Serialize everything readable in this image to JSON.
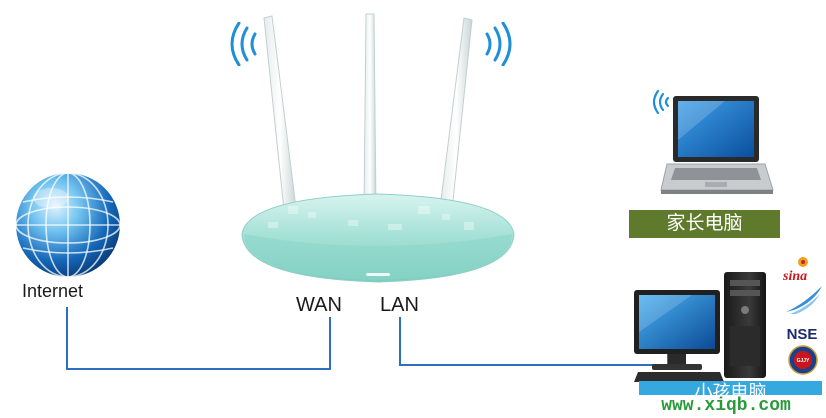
{
  "labels": {
    "internet": "Internet",
    "wan": "WAN",
    "lan": "LAN",
    "parent_pc": "家长电脑",
    "child_pc": "小孩电脑"
  },
  "logos": {
    "sina": "sina",
    "nse": "NSE",
    "seal": "GJJY"
  },
  "watermark": "www.xiqb.com",
  "colors": {
    "cable": "#2f6fc0",
    "router_body": "#a8e2d8",
    "parent_label_bg": "#5f7a2c",
    "child_label_bg": "#36a8e0",
    "watermark": "#2a9a3a",
    "wifi_waves": "#1f8fd8"
  }
}
